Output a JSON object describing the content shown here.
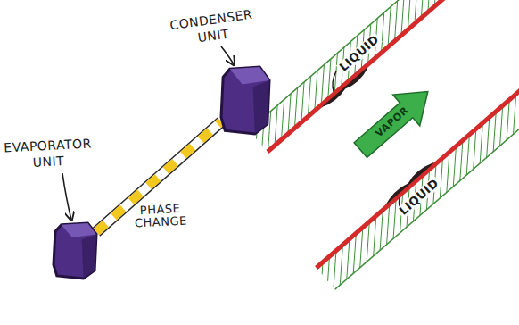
{
  "diagram": {
    "nodes": [
      {
        "text": [
          "EVAPORATOR UNIT"
        ]
      },
      {
        "text": [
          "CONDENSER UNIT"
        ]
      }
    ],
    "edges": [
      {
        "from": 0,
        "to": 1,
        "arrow": "none",
        "label": "PHASE CHANGE"
      }
    ],
    "labels": [
      "LIQUID",
      "VAPOR",
      "LIQUID"
    ]
  }
}
